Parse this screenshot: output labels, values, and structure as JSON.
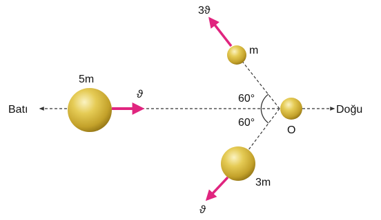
{
  "labels": {
    "west": "Batı",
    "east": "Doğu",
    "origin": "O",
    "big_mass": "5m",
    "big_speed": "ϑ",
    "mass_m": "m",
    "speed_m": "3ϑ",
    "mass_3m": "3m",
    "speed_3m": "ϑ",
    "angle_upper": "60°",
    "angle_lower": "60°"
  },
  "colors": {
    "ball_light": "#f4e79a",
    "ball_mid": "#d3b430",
    "ball_dark": "#8a6d12",
    "arrow": "#e0257f",
    "axis": "#333333"
  }
}
